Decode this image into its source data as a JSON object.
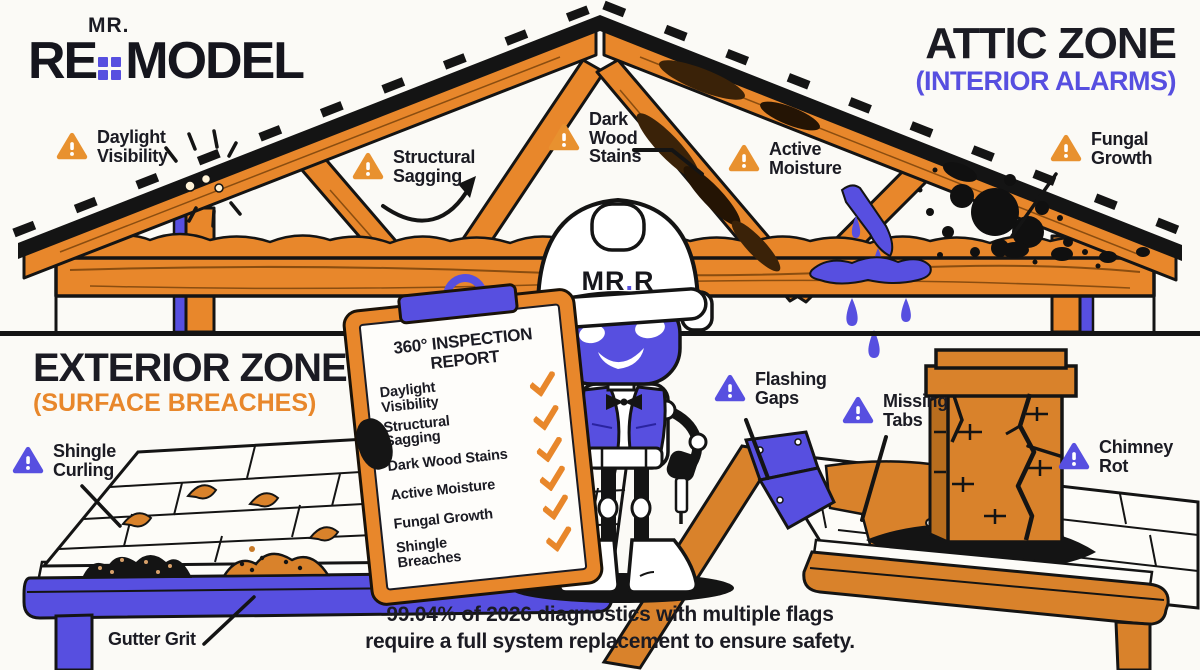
{
  "logo": {
    "prefix": "MR.",
    "word_start": "RE",
    "word_end": "MODEL"
  },
  "zones": {
    "attic": {
      "title": "ATTIC ZONE",
      "subtitle": "(INTERIOR ALARMS)"
    },
    "exterior": {
      "title": "EXTERIOR ZONE",
      "subtitle": "(SURFACE BREACHES)"
    }
  },
  "alerts": {
    "daylight": {
      "label": "Daylight\nVisibility",
      "severity": "orange"
    },
    "structural": {
      "label": "Structural\nSagging",
      "severity": "orange"
    },
    "darkwood": {
      "label": "Dark\nWood\nStains",
      "severity": "orange"
    },
    "active": {
      "label": "Active\nMoisture",
      "severity": "orange"
    },
    "fungal": {
      "label": "Fungal\nGrowth",
      "severity": "orange"
    },
    "shingle_curling": {
      "label": "Shingle\nCurling",
      "severity": "purple"
    },
    "flashing_gaps": {
      "label": "Flashing\nGaps",
      "severity": "purple"
    },
    "missing_tabs": {
      "label": "Missing\nTabs",
      "severity": "purple"
    },
    "chimney_rot": {
      "label": "Chimney\nRot",
      "severity": "purple"
    },
    "gutter_grit": {
      "label": "Gutter Grit",
      "severity": "none"
    }
  },
  "clipboard": {
    "title": "360° INSPECTION\nREPORT",
    "items": [
      {
        "label": "Daylight\nVisibility",
        "checked": true
      },
      {
        "label": "Structural\nSagging",
        "checked": true
      },
      {
        "label": "Dark Wood Stains",
        "checked": true
      },
      {
        "label": "Active Moisture",
        "checked": true
      },
      {
        "label": "Fungal Growth",
        "checked": true
      },
      {
        "label": "Shingle\nBreaches",
        "checked": true
      }
    ]
  },
  "robot": {
    "hat_left": "MR",
    "hat_dot": ".",
    "hat_right": "R"
  },
  "footer": {
    "stat_text": "99.04% of 2026 diagnostics with multiple flags\nrequire a full system replacement to ensure safety."
  },
  "icons": {
    "warning": "warning-triangle-icon",
    "check": "check-icon",
    "logo_window": "window-grid-icon"
  },
  "colors": {
    "orange": "#E8872B",
    "purple": "#574FE0",
    "ink": "#1b1b23",
    "paper": "#FEFDFA",
    "background": "#FBFAF6"
  }
}
